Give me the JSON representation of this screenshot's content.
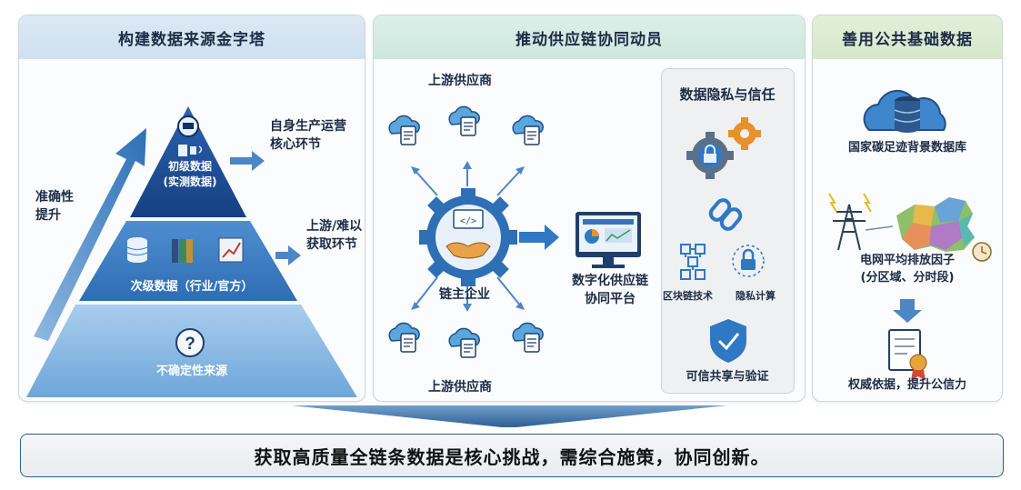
{
  "panels": {
    "pyramid": {
      "title": "构建数据来源金字塔",
      "accuracy_label": "准确性\n提升",
      "tiers": [
        {
          "label": "初级数据\n(实测数据)"
        },
        {
          "label": "次级数据（行业/官方）"
        },
        {
          "label": "不确定性来源"
        }
      ],
      "arrows": [
        {
          "label": "自身生产运营\n核心环节"
        },
        {
          "label": "上游/难以\n获取环节"
        }
      ]
    },
    "supply_chain": {
      "title": "推动供应链协同动员",
      "upstream_top": "上游供应商",
      "upstream_bottom": "上游供应商",
      "core": "链主企业",
      "platform": "数字化供应链\n协同平台",
      "privacy": {
        "title": "数据隐私与信任",
        "blockchain": "区块链技术",
        "privacy_compute": "隐私计算",
        "trusted": "可信共享与验证"
      }
    },
    "public_data": {
      "title": "善用公共基础数据",
      "db": "国家碳足迹背景数据库",
      "grid": "电网平均排放因子\n(分区域、分时段)",
      "authority": "权威依据，提升公信力"
    }
  },
  "conclusion": "获取高质量全链条数据是核心挑战，需综合施策，协同创新。",
  "colors": {
    "pyramid_top": "#1f4f96",
    "pyramid_mid": "#3f7fc4",
    "pyramid_bottom": "#79b0de",
    "accent_blue": "#2f78c4",
    "gear_gray": "#6b7a8d",
    "gear_orange": "#e8902a"
  }
}
